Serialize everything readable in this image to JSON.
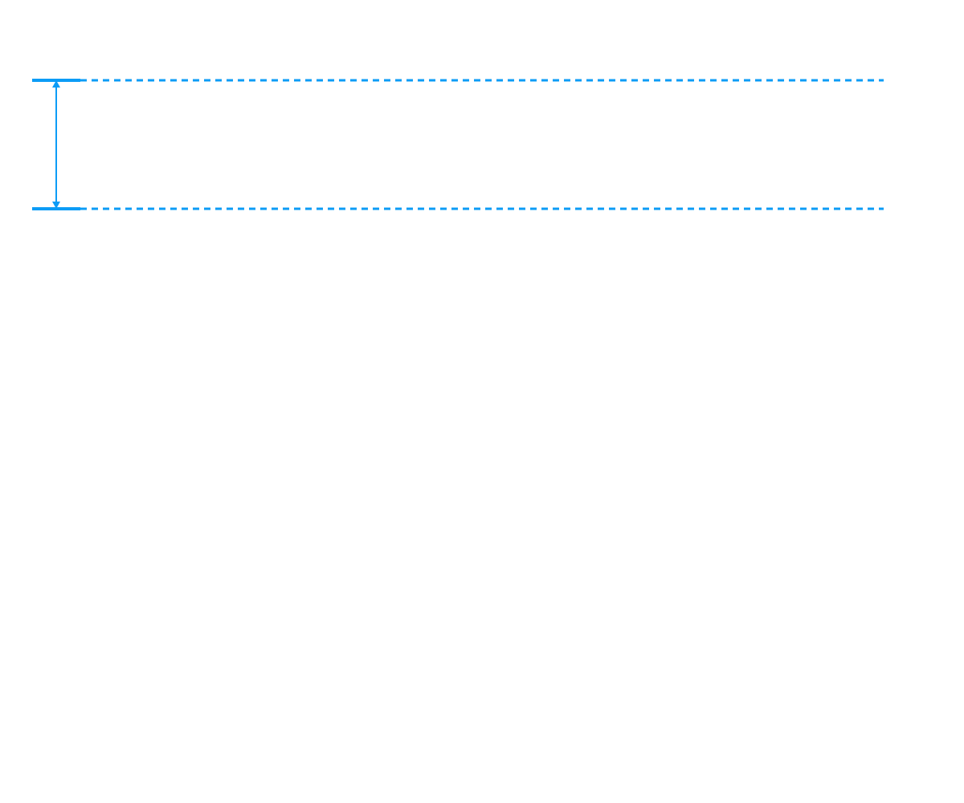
{
  "colors": {
    "background": "#ffffff",
    "accent": "#0c9cf6"
  },
  "diagram": {
    "type": "vertical-dimension-marker",
    "elements": [
      {
        "name": "top-reference-line",
        "style": "solid segment then dashed line"
      },
      {
        "name": "bottom-reference-line",
        "style": "solid segment then dashed line"
      },
      {
        "name": "double-headed-arrow",
        "style": "vertical, arrowheads at both ends"
      }
    ]
  }
}
